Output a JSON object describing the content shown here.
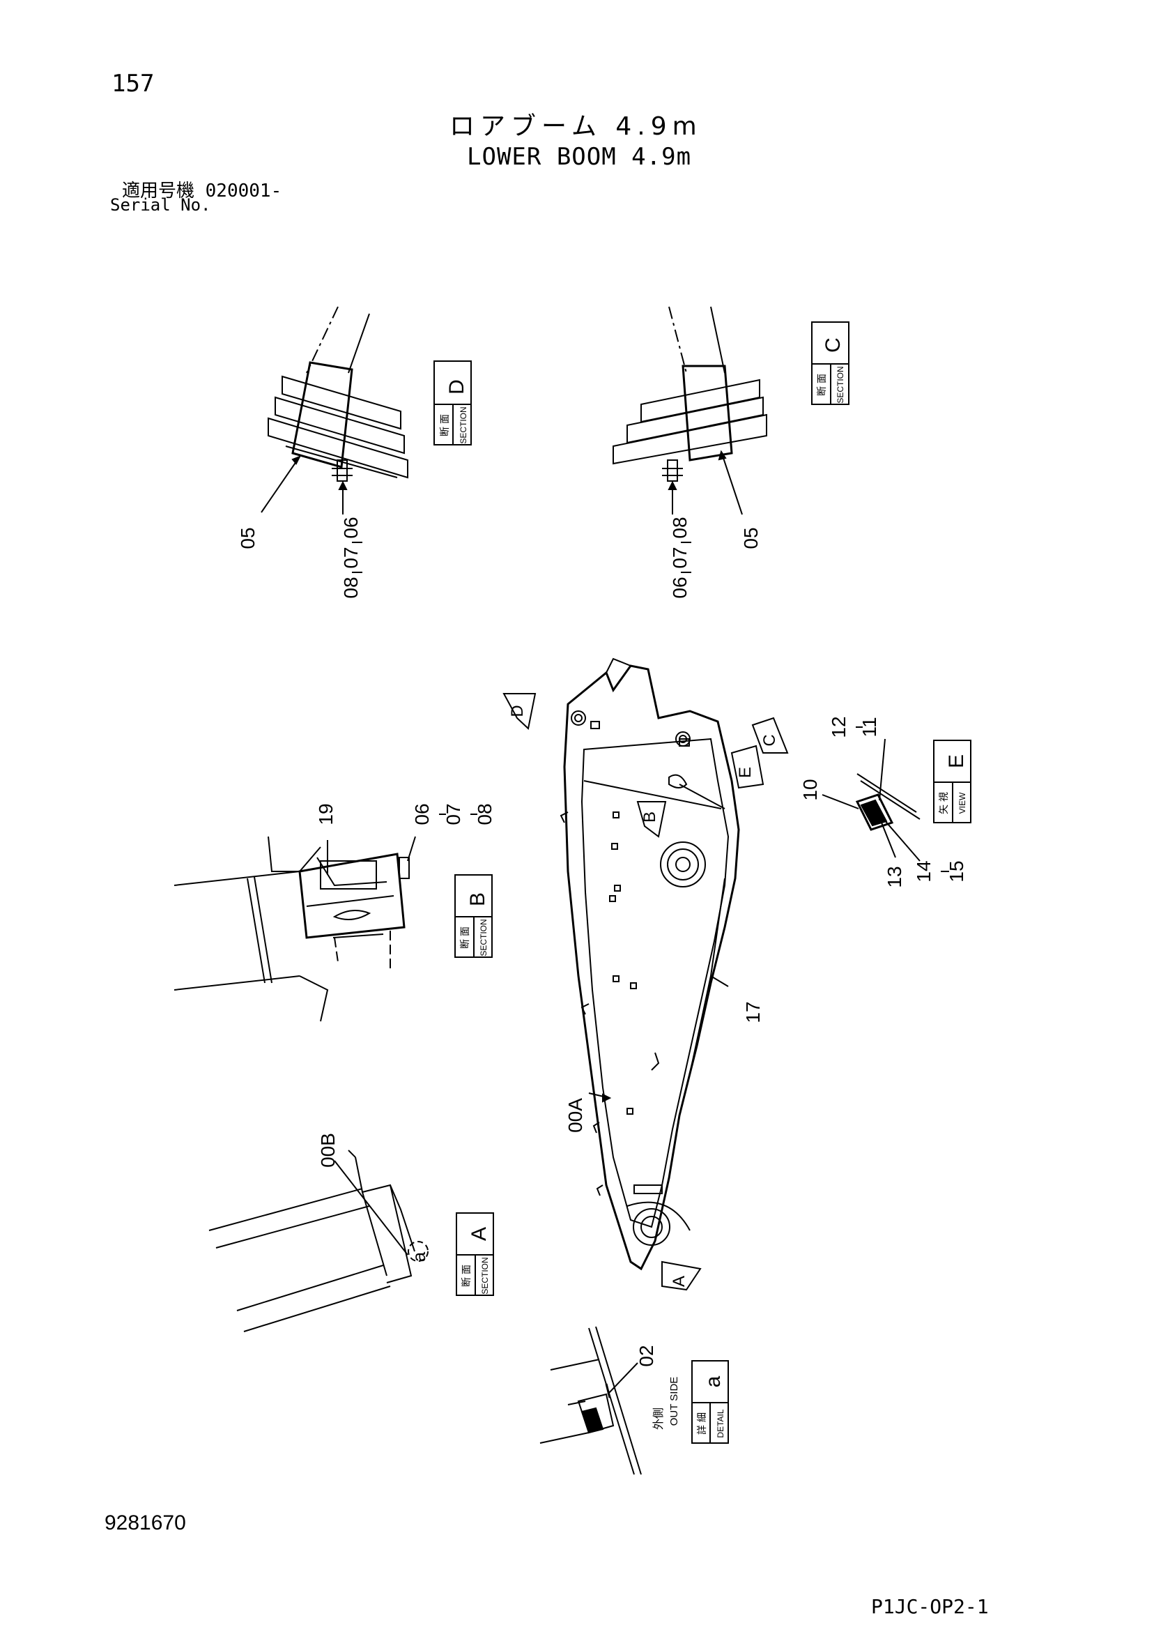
{
  "header": {
    "page_number": "157",
    "title_jp": "ロアブーム 4.9m",
    "title_en": "LOWER BOOM 4.9m",
    "serial_label_jp": "適用号機 020001-",
    "serial_label_en": "Serial No."
  },
  "footer": {
    "doc_number": "9281670",
    "page_code": "P1JC-OP2-1"
  },
  "views": {
    "section_d": {
      "kanji": "断 面",
      "word": "SECTION",
      "letter": "D"
    },
    "section_c": {
      "kanji": "断 面",
      "word": "SECTION",
      "letter": "C"
    },
    "section_b": {
      "kanji": "断 面",
      "word": "SECTION",
      "letter": "B"
    },
    "section_a": {
      "kanji": "断 面",
      "word": "SECTION",
      "letter": "A"
    },
    "view_e": {
      "kanji": "矢 視",
      "word": "VIEW",
      "letter": "E"
    },
    "detail_a": {
      "kanji": "詳 細",
      "word": "DETAIL",
      "letter": "a",
      "side_jp": "外側",
      "side_en": "OUT SIDE"
    }
  },
  "arrows": {
    "d": "D",
    "c": "C",
    "e": "E",
    "b": "B",
    "a": "A",
    "detail_a": "a"
  },
  "parts": {
    "p05_d": "05",
    "p06_d": "06",
    "p07_d": "07",
    "p08_d": "08",
    "p08_c": "08",
    "p07_c": "07",
    "p06_c": "06",
    "p05_c": "05",
    "p19": "19",
    "p06_b": "06",
    "p07_b": "07",
    "p08_b": "08",
    "p00b": "00B",
    "p00a": "00A",
    "p17": "17",
    "p12": "12",
    "p11": "11",
    "p10": "10",
    "p13": "13",
    "p14": "14",
    "p15": "15",
    "p02": "02"
  }
}
